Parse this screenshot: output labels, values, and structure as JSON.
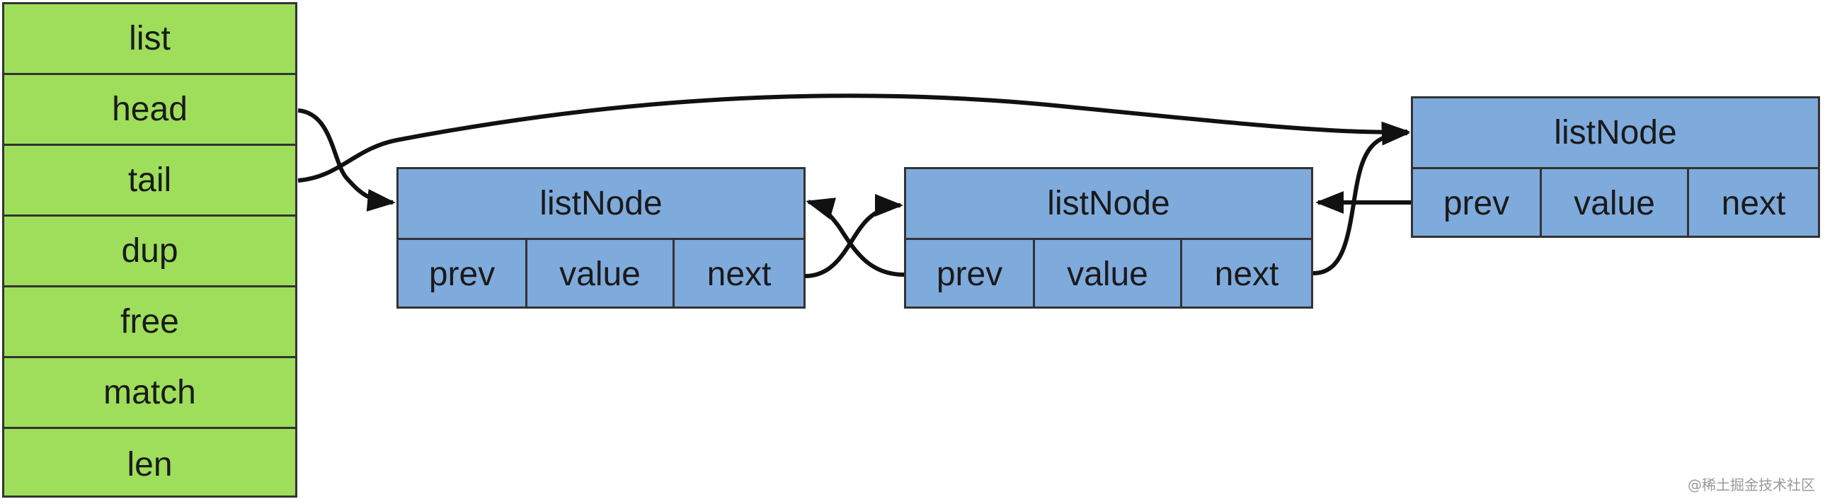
{
  "list": {
    "fields": [
      "list",
      "head",
      "tail",
      "dup",
      "free",
      "match",
      "len"
    ]
  },
  "nodes": [
    {
      "title": "listNode",
      "prev": "prev",
      "value": "value",
      "next": "next"
    },
    {
      "title": "listNode",
      "prev": "prev",
      "value": "value",
      "next": "next"
    },
    {
      "title": "listNode",
      "prev": "prev",
      "value": "value",
      "next": "next"
    }
  ],
  "watermark": "@稀土掘金技术社区",
  "colors": {
    "list_fill": "#9ede5b",
    "node_fill": "#7faadc",
    "border": "#333333",
    "arrow": "#111111"
  }
}
